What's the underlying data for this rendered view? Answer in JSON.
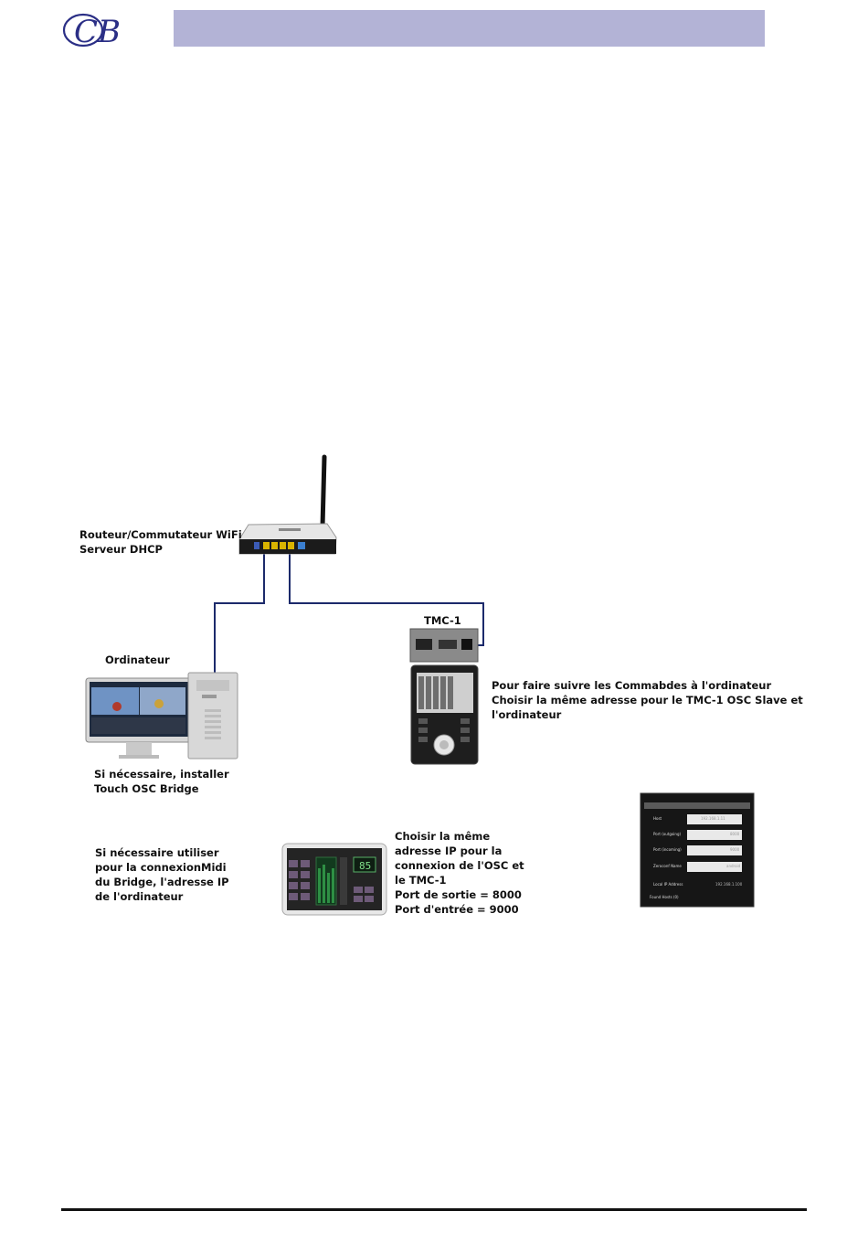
{
  "header": {
    "logo_text": "CB",
    "bar_color": "#b3b3d6"
  },
  "diagram": {
    "router_label": [
      "Routeur/Commutateur WiFi",
      "Serveur DHCP"
    ],
    "computer_label": "Ordinateur",
    "tmc_label": "TMC-1",
    "tmc_note": [
      "Pour faire suivre les Commabdes à l'ordinateur",
      "Choisir la même adresse pour le TMC-1 OSC Slave et",
      "l'ordinateur"
    ],
    "bridge_note": [
      "Si nécessaire, installer",
      "Touch OSC Bridge"
    ],
    "midi_note": [
      "Si nécessaire utiliser",
      "pour la connexionMidi",
      "du Bridge, l'adresse IP",
      "de l'ordinateur"
    ],
    "osc_note": [
      "Choisir la même",
      "adresse IP pour la",
      "connexion de l'OSC et",
      "le TMC-1",
      "Port de sortie = 8000",
      "Port d'entrée = 9000"
    ],
    "tablet_display_value": "85",
    "settings_screen": {
      "rows": [
        {
          "label": "Host",
          "value": "192.168.1.11"
        },
        {
          "label": "Port (outgoing)",
          "value": "8000"
        },
        {
          "label": "Port (incoming)",
          "value": "9000"
        },
        {
          "label": "Zeroconf Name",
          "value": "android"
        },
        {
          "label": "Local IP Address",
          "value": "192.168.1.100"
        }
      ],
      "footer": "Found Hosts (0)"
    },
    "cable_color": "#1c2a6b"
  }
}
